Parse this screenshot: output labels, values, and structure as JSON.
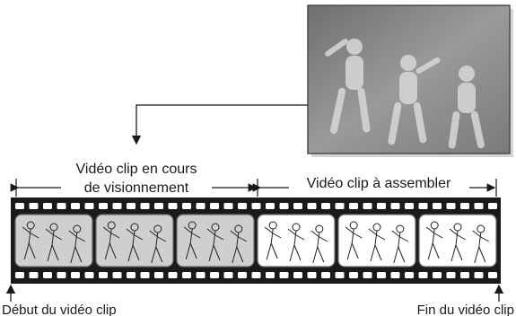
{
  "labels": {
    "playing_line1": "Vidéo clip en cours",
    "playing_line2": "de visionnement",
    "to_join": "Vidéo clip à assembler",
    "clip_start": "Début du vidéo clip",
    "clip_end": "Fin du vidéo clip"
  },
  "film": {
    "grey_frames": 3,
    "white_frames": 3
  },
  "colors": {
    "film": "#1a1a1a",
    "grey_frame": "#cfcfcf",
    "white_frame": "#ffffff",
    "photo_bg": "#8a8a8a",
    "frame_border": "#6a6a6a"
  }
}
